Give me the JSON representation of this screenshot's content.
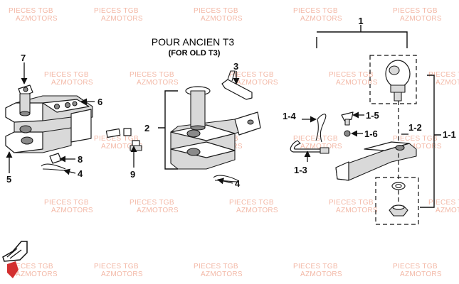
{
  "title": {
    "main": "POUR ANCIEN T3",
    "sub": "(FOR OLD T3)"
  },
  "watermark": {
    "line1": "PIECES TGB",
    "line2": "AZMOTORS",
    "color": "#f3b8a6"
  },
  "callouts": {
    "c1": "1",
    "c1_1": "1-1",
    "c1_2": "1-2",
    "c1_3": "1-3",
    "c1_4": "1-4",
    "c1_5": "1-5",
    "c1_6": "1-6",
    "c2": "2",
    "c3": "3",
    "c4a": "4",
    "c4b": "4",
    "c5": "5",
    "c6": "6",
    "c7": "7",
    "c8": "8",
    "c9": "9"
  },
  "logo": {
    "icon": "azmotors-logo-icon",
    "color": "#d32f2f"
  }
}
